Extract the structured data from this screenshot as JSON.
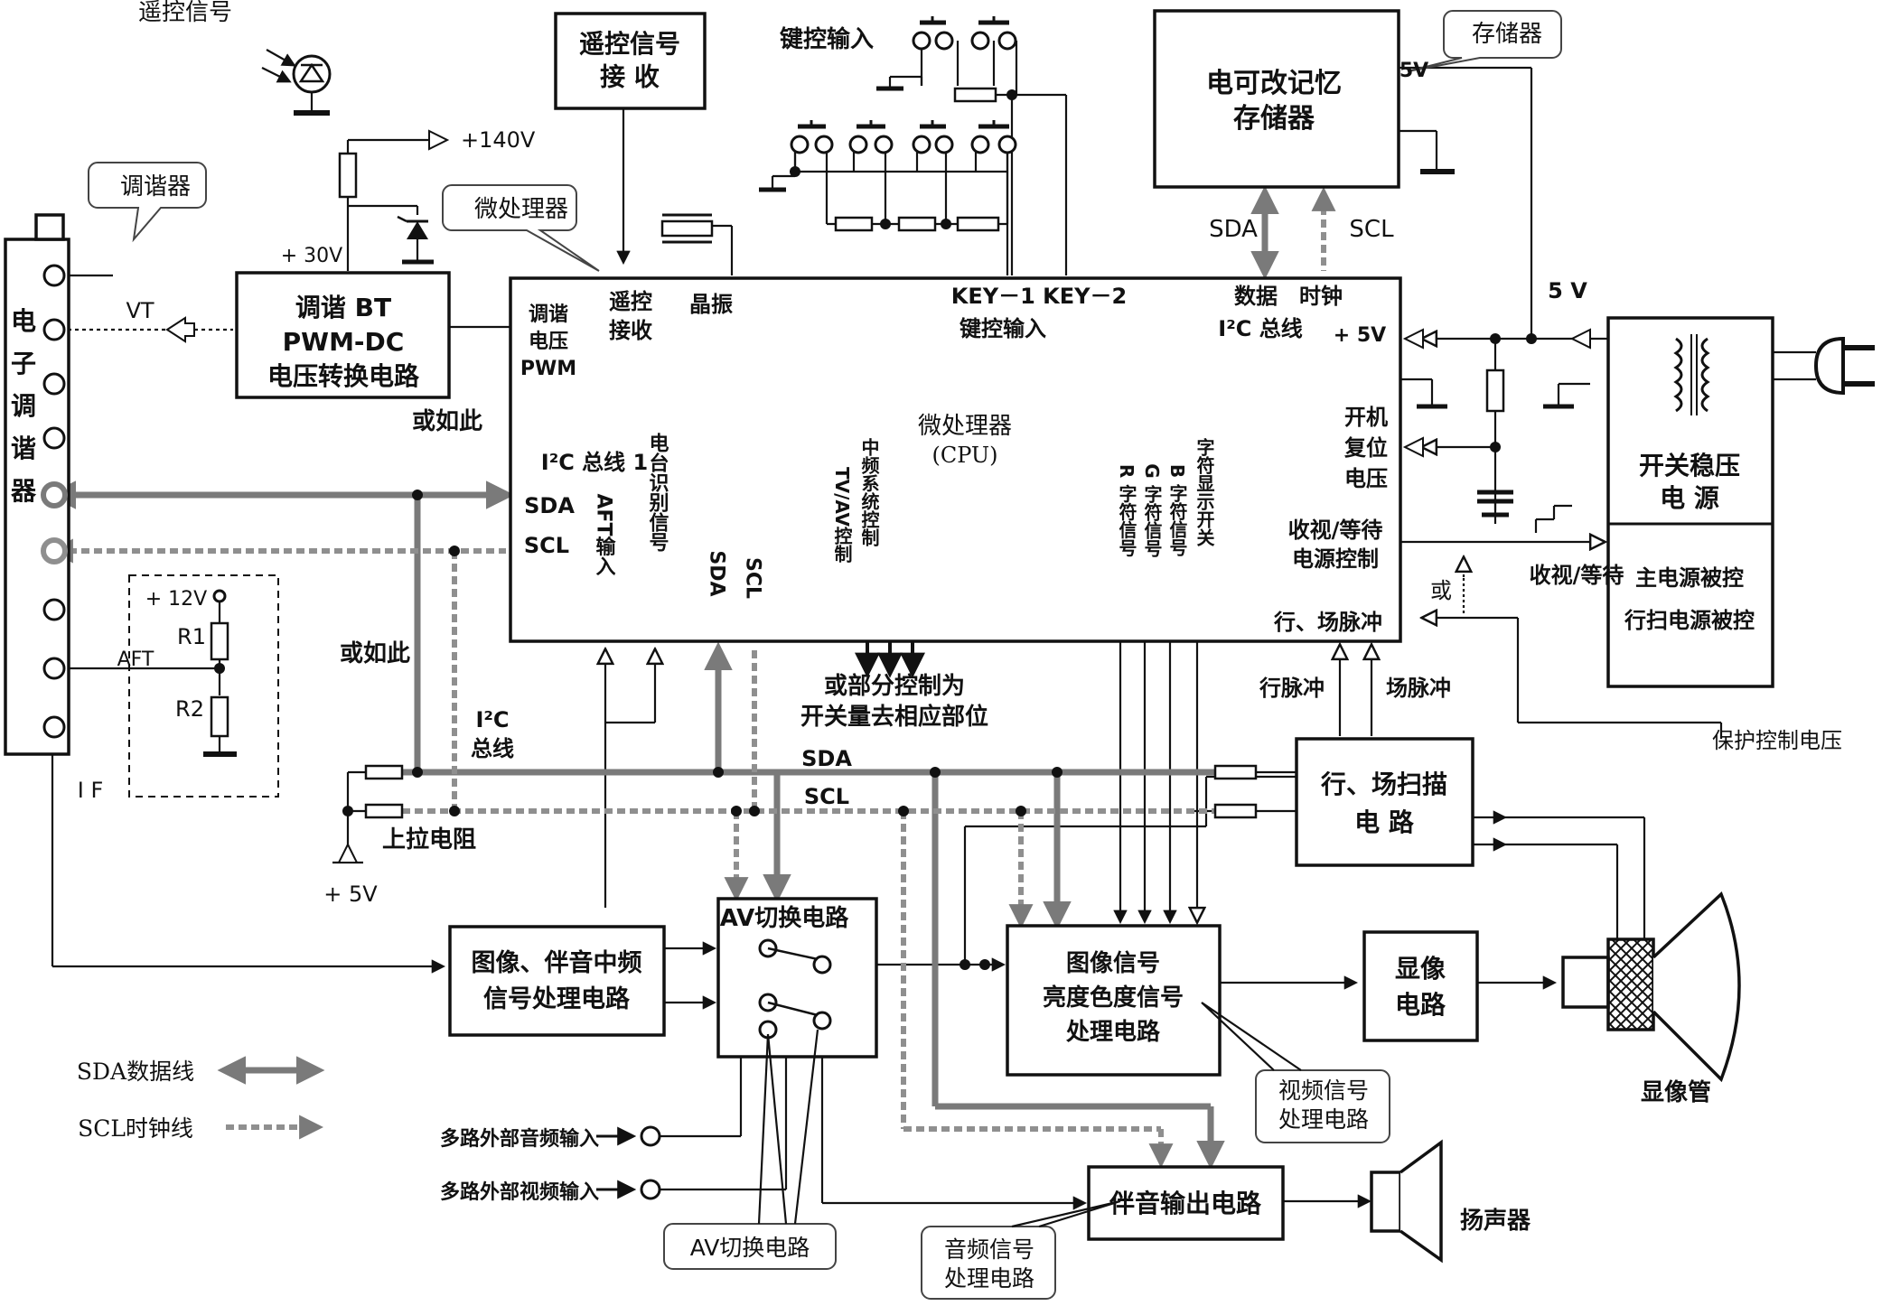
{
  "title": "",
  "blocks": {
    "remote_rx": "遥控信号\n接 收",
    "eeprom": "电可改记忆\n存储器",
    "tuning_conv": "调谐 BT\nPWM-DC\n电压转换电路",
    "cpu_label": "微处理器",
    "cpu_sub": "(CPU)",
    "psu": "开关稳压\n电 源",
    "psu_ctrl1": "主电源被控",
    "psu_ctrl2": "行扫电源被控",
    "scan": "行、场扫描\n电 路",
    "if_proc": "图像、伴音中频\n信号处理电路",
    "av_switch": "AV切换电路",
    "video_proc": "图像信号\n亮度色度信号\n处理电路",
    "display": "显像\n电路",
    "audio_out": "伴音输出电路",
    "tuner_vertical": "电\n子\n调\n谐\n器"
  },
  "callouts": {
    "tuner": "调谐器",
    "cpu": "微处理器",
    "memory": "存储器",
    "video": "视频信号\n处理电路",
    "audio": "音频信号\n处理电路",
    "av": "AV切换电路"
  },
  "cpu_pins": {
    "tune_pwm": "调谐\n电压\nPWM",
    "remote": "遥控\n接收",
    "crystal": "晶振",
    "keys": "KEY－1  KEY－2",
    "keys_label": "键控输入",
    "i2c_data": "数据",
    "i2c_clock": "时钟",
    "i2c_bus": "I²C 总线",
    "plus5v": "+ 5V",
    "reset": "开机\n复位\n电压",
    "standby": "收视/等待\n电源控制",
    "hv_pulse": "行、场脉冲",
    "i2c_bus1": "I²C 总线 1",
    "sda": "SDA",
    "scl": "SCL",
    "aft_in": "AFT输入",
    "station_id": "电台识别信号",
    "sda_v": "SDA",
    "scl_v": "SCL",
    "if_ctrl": "中频系统控制",
    "tvav_ctrl": "TV/AV控制",
    "char_en": "字符显示开关",
    "b_char": "B 字符信号",
    "g_char": "G 字符信号",
    "r_char": "R 字符信号"
  },
  "labels": {
    "remote_signal": "遥控信号",
    "key_input": "键控输入",
    "v140": "+140V",
    "v30": "+ 30V",
    "vt": "VT",
    "or_like1": "或如此",
    "or_like2": "或如此",
    "v12": "+ 12V",
    "r1": "R1",
    "r2": "R2",
    "aft": "AFT",
    "if": "I F",
    "i2c_bus_lbl": "I²C\n总线",
    "pullup": "上拉电阻",
    "v5_bottom": "+ 5V",
    "sda_bus": "SDA",
    "scl_bus": "SCL",
    "partial_ctrl": "或部分控制为\n开关量去相应部位",
    "h_pulse": "行脉冲",
    "v_pulse": "场脉冲",
    "protect": "保护控制电压",
    "standby_right": "收视/等待",
    "or_small": "或",
    "v5_top": "5V",
    "v5_mid": "5 V",
    "sda_mem": "SDA",
    "scl_mem": "SCL",
    "legend_sda": "SDA数据线",
    "legend_scl": "SCL时钟线",
    "audio_in": "多路外部音频输入",
    "video_in": "多路外部视频输入",
    "crt": "显像管",
    "speaker": "扬声器"
  }
}
